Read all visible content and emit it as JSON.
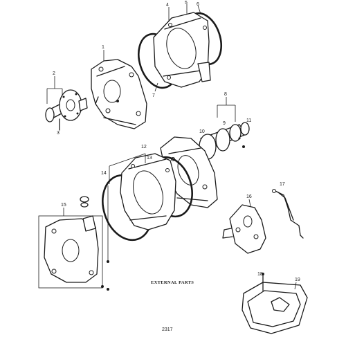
{
  "diagram": {
    "caption": "EXTERNAL PARTS",
    "page_code": "2317",
    "callouts": {
      "c1": "1",
      "c2": "2",
      "c3": "3",
      "c4": "4",
      "c5": "5",
      "c6": "6",
      "c7": "7",
      "c8": "8",
      "c9": "9",
      "c10": "10",
      "c11": "11",
      "c12": "12",
      "c13": "13",
      "c14": "14",
      "c15": "15",
      "c16": "16",
      "c17": "17",
      "c18": "18",
      "c19": "19"
    }
  }
}
